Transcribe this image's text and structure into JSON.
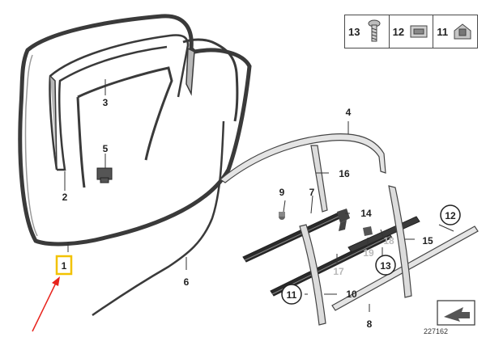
{
  "callouts": {
    "p1": "1",
    "p2": "2",
    "p3": "3",
    "p4": "4",
    "p5": "5",
    "p6": "6",
    "p7": "7",
    "p8": "8",
    "p9": "9",
    "p10": "10",
    "p11": "11",
    "p12": "12",
    "p13": "13",
    "p14": "14",
    "p15": "15",
    "p16": "16",
    "p17": "17",
    "p18": "18",
    "p19": "19",
    "p11b": "11",
    "p12b": "12",
    "p13b": "13"
  },
  "legend": [
    {
      "number": "13",
      "icon": "screw-icon"
    },
    {
      "number": "12",
      "icon": "clip-strip-icon"
    },
    {
      "number": "11",
      "icon": "clip-nut-icon"
    }
  ],
  "reference_number": "227162",
  "colors": {
    "highlight_box": "#f2c200",
    "arrow": "#e8231c",
    "part_line": "#2b2b2b",
    "faded_label": "#b9b9b9"
  }
}
